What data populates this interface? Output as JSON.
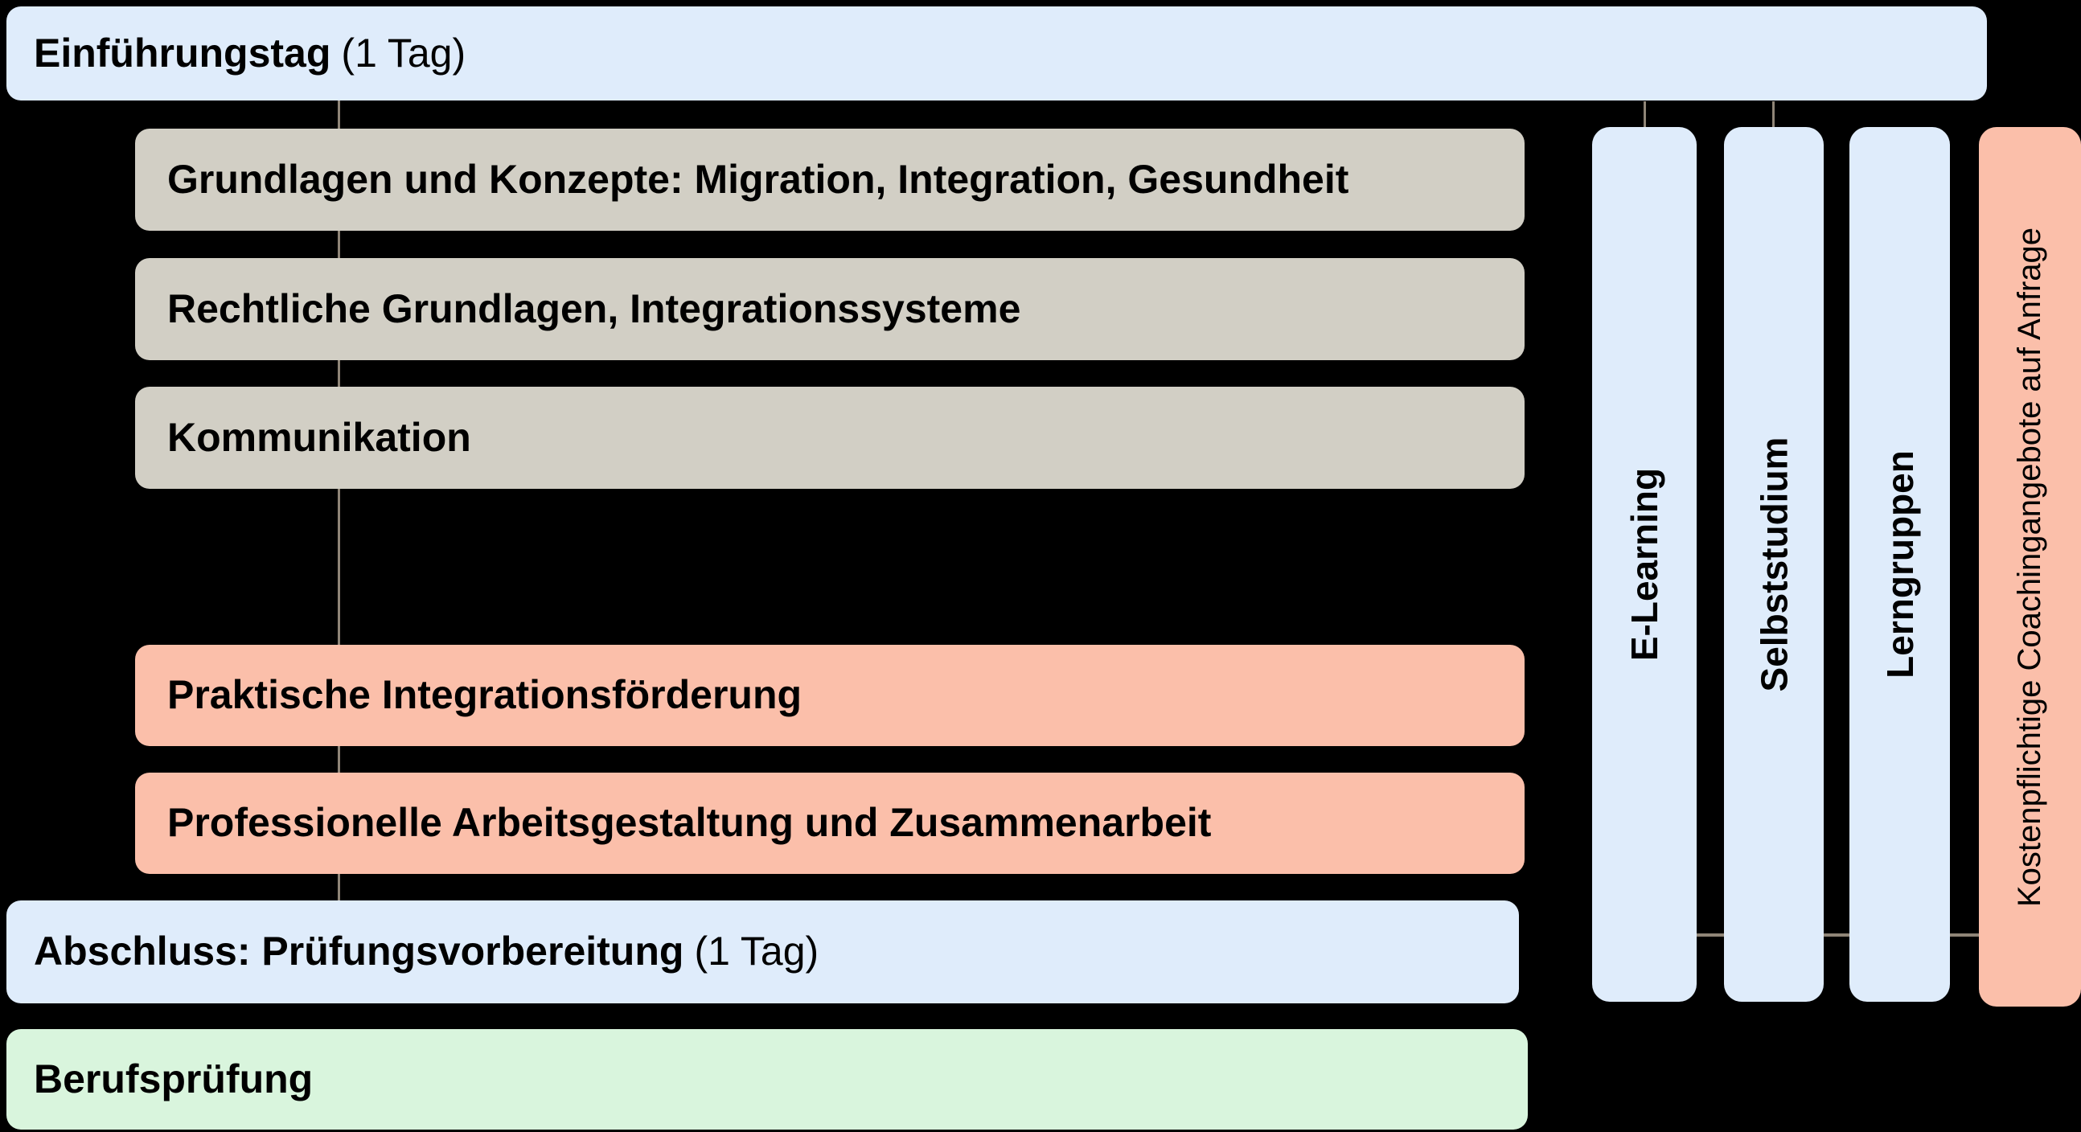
{
  "palette": {
    "background": "#000000",
    "light_blue": "#dfecfb",
    "gray": "#d2cfc5",
    "salmon": "#fbbfaa",
    "green": "#d9f5dd",
    "line": "#8f8577",
    "text": "#000000"
  },
  "intro": {
    "label": "Einführungstag",
    "suffix": "(1 Tag)"
  },
  "modules": [
    {
      "label": "Grundlagen und Konzepte: Migration, Integration, Gesundheit"
    },
    {
      "label": "Rechtliche Grundlagen, Integrationssysteme"
    },
    {
      "label": "Kommunikation"
    },
    {
      "label": "Praktische Integrationsförderung"
    },
    {
      "label": "Professionelle Arbeitsgestaltung und Zusammenarbeit"
    }
  ],
  "final": {
    "label": "Abschluss: Prüfungsvorbereitung",
    "suffix": "(1 Tag)"
  },
  "exam": {
    "label": "Berufsprüfung"
  },
  "supports": [
    {
      "label": "E-Learning"
    },
    {
      "label": "Selbststudium"
    },
    {
      "label": "Lerngruppen"
    },
    {
      "label": "Kostenpflichtige Coachingangebote auf Anfrage"
    }
  ]
}
